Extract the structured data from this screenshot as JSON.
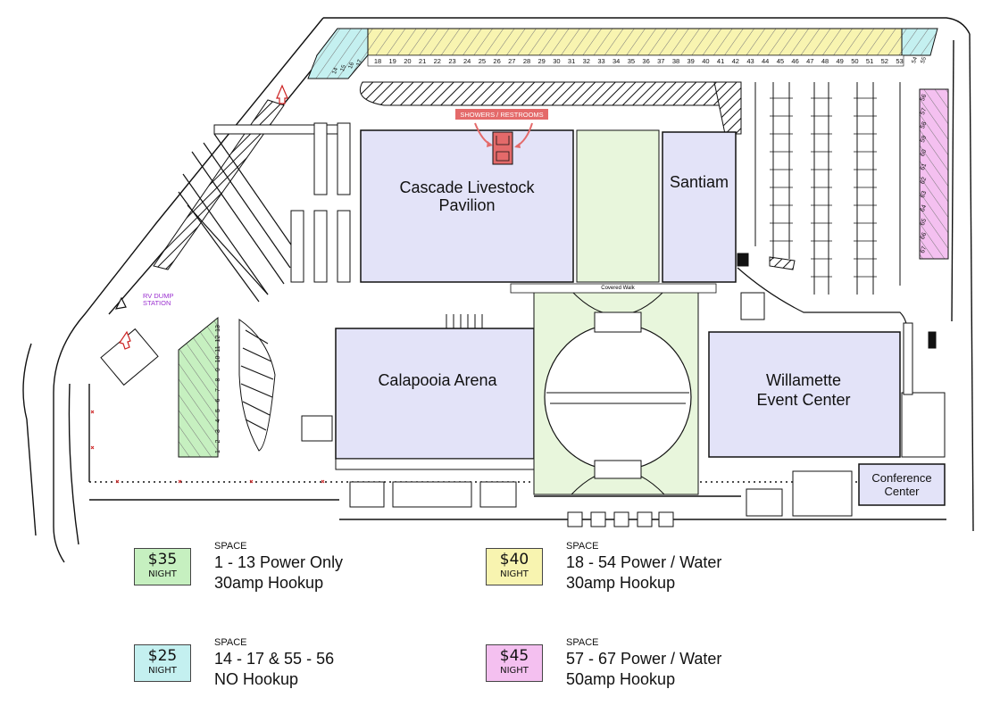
{
  "buildings": {
    "cascade": [
      "Cascade Livestock",
      "Pavilion"
    ],
    "santiam": "Santiam",
    "calapooia": "Calapooia Arena",
    "willamette": [
      "Willamette",
      "Event Center"
    ],
    "conference": [
      "Conference",
      "Center"
    ]
  },
  "labels": {
    "showers": "SHOWERS / RESTROOMS",
    "rv_dump": [
      "RV DUMP",
      "STATION"
    ],
    "covered_walk": "Covered Walk"
  },
  "spaces": {
    "green": [
      "1",
      "2",
      "3",
      "4",
      "5",
      "6",
      "7",
      "8",
      "9",
      "10",
      "11",
      "12",
      "13"
    ],
    "top_blue": [
      "14",
      "15",
      "16",
      "17"
    ],
    "yellow": [
      "18",
      "19",
      "20",
      "21",
      "22",
      "23",
      "24",
      "25",
      "26",
      "27",
      "28",
      "29",
      "30",
      "31",
      "32",
      "33",
      "34",
      "35",
      "36",
      "37",
      "38",
      "39",
      "40",
      "41",
      "42",
      "43",
      "44",
      "45",
      "46",
      "47",
      "48",
      "49",
      "50",
      "51",
      "52",
      "53"
    ],
    "top_blue_right": [
      "54",
      "55"
    ],
    "pink": [
      "56",
      "57",
      "58",
      "59",
      "60",
      "61",
      "62",
      "63",
      "64",
      "65",
      "66",
      "67"
    ]
  },
  "legend": [
    {
      "price": "$35",
      "per": "NIGHT",
      "space_label": "SPACE",
      "line1": "1 - 13 Power Only",
      "line2": "30amp Hookup",
      "color": "#c6f0c0"
    },
    {
      "price": "$40",
      "per": "NIGHT",
      "space_label": "SPACE",
      "line1": "18 - 54 Power / Water",
      "line2": "30amp Hookup",
      "color": "#f8f4b0"
    },
    {
      "price": "$25",
      "per": "NIGHT",
      "space_label": "SPACE",
      "line1": "14 - 17 & 55 - 56",
      "line2": "NO Hookup",
      "color": "#c4f0f0"
    },
    {
      "price": "$45",
      "per": "NIGHT",
      "space_label": "SPACE",
      "line1": "57 - 67 Power / Water",
      "line2": "50amp Hookup",
      "color": "#f4c0f0"
    }
  ],
  "colors": {
    "building": "#e3e3f8",
    "courtyard": "#e8f6dc",
    "restroom": "#e46a6a",
    "rv_dump": "#9b30d0"
  }
}
